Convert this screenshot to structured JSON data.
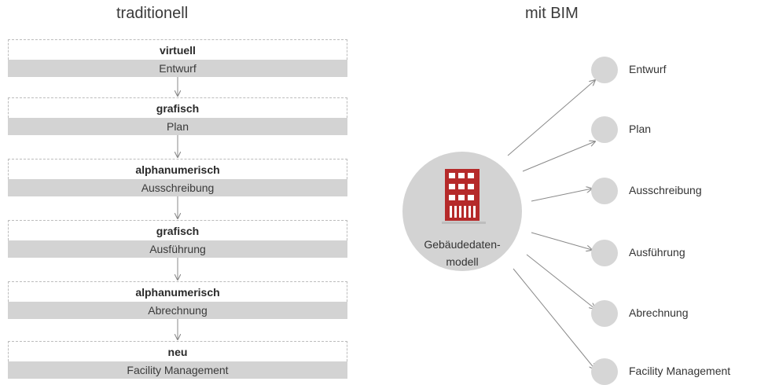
{
  "headings": {
    "left": "traditionell",
    "right": "mit BIM"
  },
  "traditional": [
    {
      "type": "virtuell",
      "phase": "Entwurf"
    },
    {
      "type": "grafisch",
      "phase": "Plan"
    },
    {
      "type": "alphanumerisch",
      "phase": "Ausschreibung"
    },
    {
      "type": "grafisch",
      "phase": "Ausführung"
    },
    {
      "type": "alphanumerisch",
      "phase": "Abrechnung"
    },
    {
      "type": "neu",
      "phase": "Facility Management"
    }
  ],
  "bim": {
    "hub_line1": "Gebäudedaten-",
    "hub_line2": "modell",
    "phases": [
      "Entwurf",
      "Plan",
      "Ausschreibung",
      "Ausführung",
      "Abrechnung",
      "Facility Management"
    ]
  },
  "colors": {
    "building": "#b52a2a",
    "box_fill": "#d3d3d3",
    "node": "#d6d6d6",
    "arrow": "#8a8a8a"
  }
}
